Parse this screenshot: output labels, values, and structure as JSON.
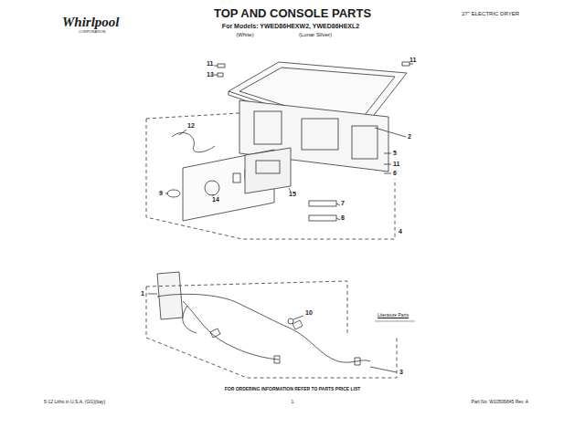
{
  "diagram": {
    "title": "TOP AND CONSOLE PARTS",
    "labels": [
      "Whirlpool",
      "CORPORATION",
      "For Models: YWED86HEXW2, YWED86HEXL2",
      "(White)",
      "(Lunar Silver)",
      "27\" ELECTRIC DRYER",
      "11",
      "13",
      "11",
      "2",
      "5",
      "11",
      "6",
      "12",
      "9",
      "14",
      "15",
      "7",
      "8",
      "4",
      "1",
      "Literature Parts",
      "10",
      "3",
      "FOR ORDERING INFORMATION REFER TO PARTS PRICE LIST",
      "5-12 Litho in U.S.A. (GG)(bay)",
      "1",
      "Part No. W10506845 Rev. A"
    ]
  }
}
